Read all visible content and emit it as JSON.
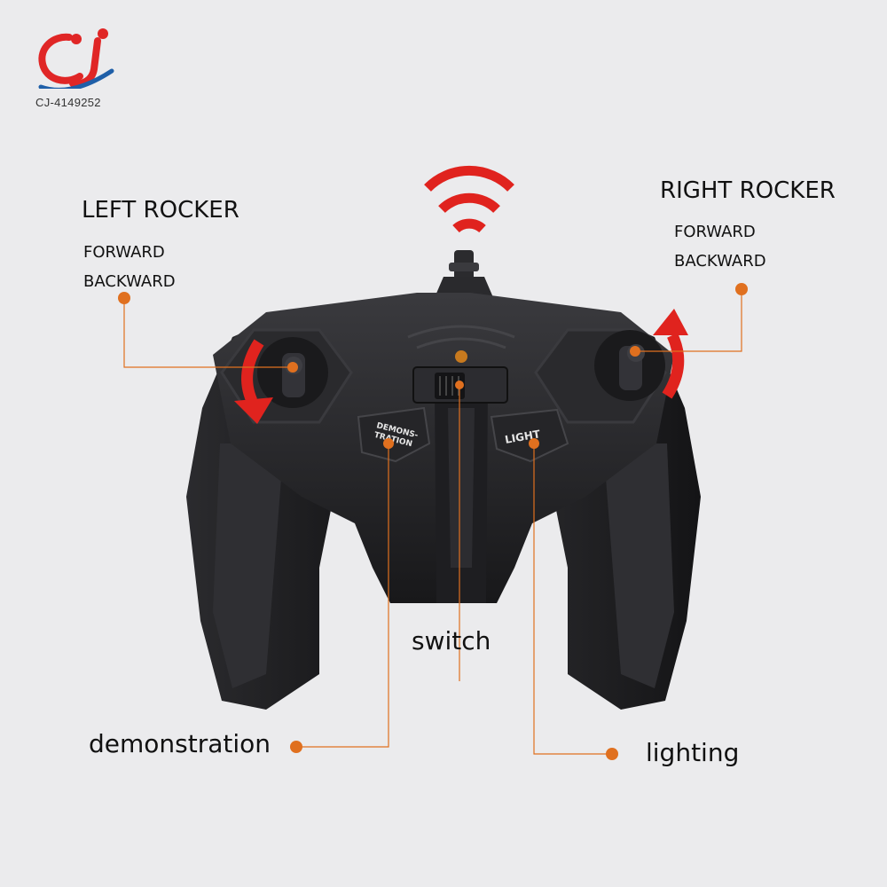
{
  "logo": {
    "mark": "cj",
    "code": "CJ-4149252"
  },
  "left_rocker": {
    "title": "LEFT ROCKER",
    "lines": [
      "FORWARD",
      "BACKWARD"
    ]
  },
  "right_rocker": {
    "title": "RIGHT ROCKER",
    "lines": [
      "FORWARD",
      "BACKWARD"
    ]
  },
  "callouts": {
    "switch": "switch",
    "demonstration": "demonstration",
    "lighting": "lighting"
  },
  "controller_buttons": {
    "demo": [
      "DEMONS-",
      "TRATION"
    ],
    "light": "LIGHT"
  },
  "colors": {
    "accent": "#e0701f",
    "arrow": "#e0231e",
    "controller": "#232326",
    "background": "#ebebed",
    "logo_red": "#e02626",
    "logo_blue": "#1f5fa8"
  },
  "icons": {
    "signal": "wifi-signal-icon",
    "arrow_left": "curved-arrow-down-icon",
    "arrow_right": "curved-arrow-up-icon"
  }
}
